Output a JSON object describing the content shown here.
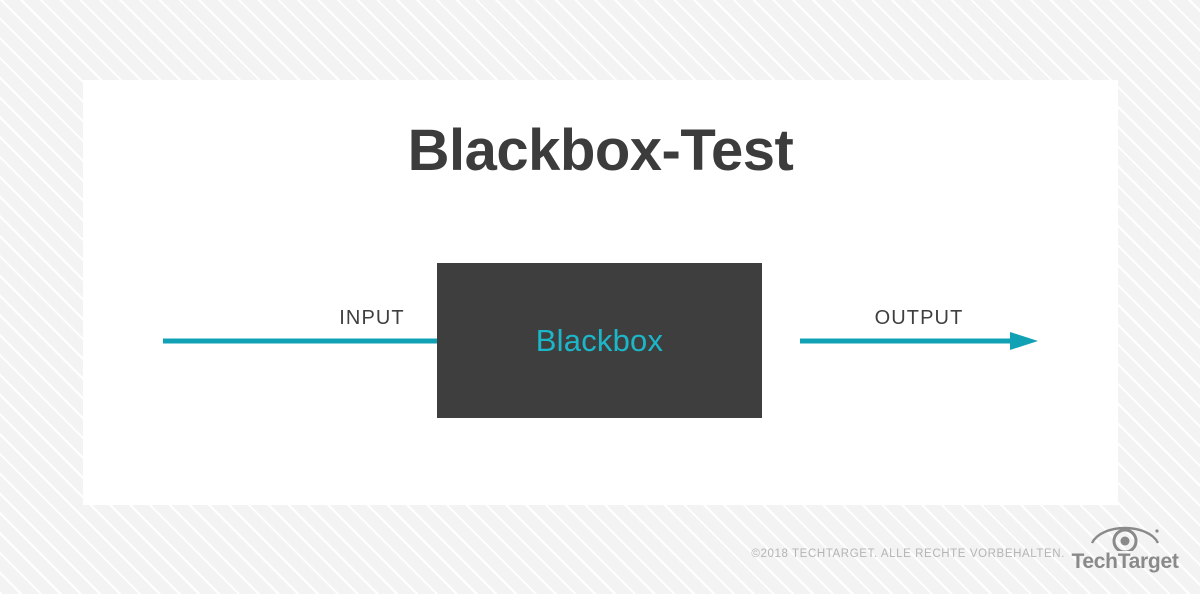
{
  "page": {
    "title": "Blackbox-Test"
  },
  "diagram": {
    "type": "flow",
    "box": {
      "label": "Blackbox",
      "fill_color": "#3e3e3e",
      "text_color": "#1cb6c9"
    },
    "flows": [
      {
        "label": "INPUT",
        "direction": "right",
        "color": "#10a2b4"
      },
      {
        "label": "OUTPUT",
        "direction": "right",
        "color": "#10a2b4"
      }
    ]
  },
  "footer": {
    "copyright": "©2018 TECHTARGET. ALLE  RECHTE VORBEHALTEN.",
    "logo": {
      "wordmark": "TechTarget",
      "icon": "eye-icon",
      "color": "#8a8a8a"
    }
  }
}
